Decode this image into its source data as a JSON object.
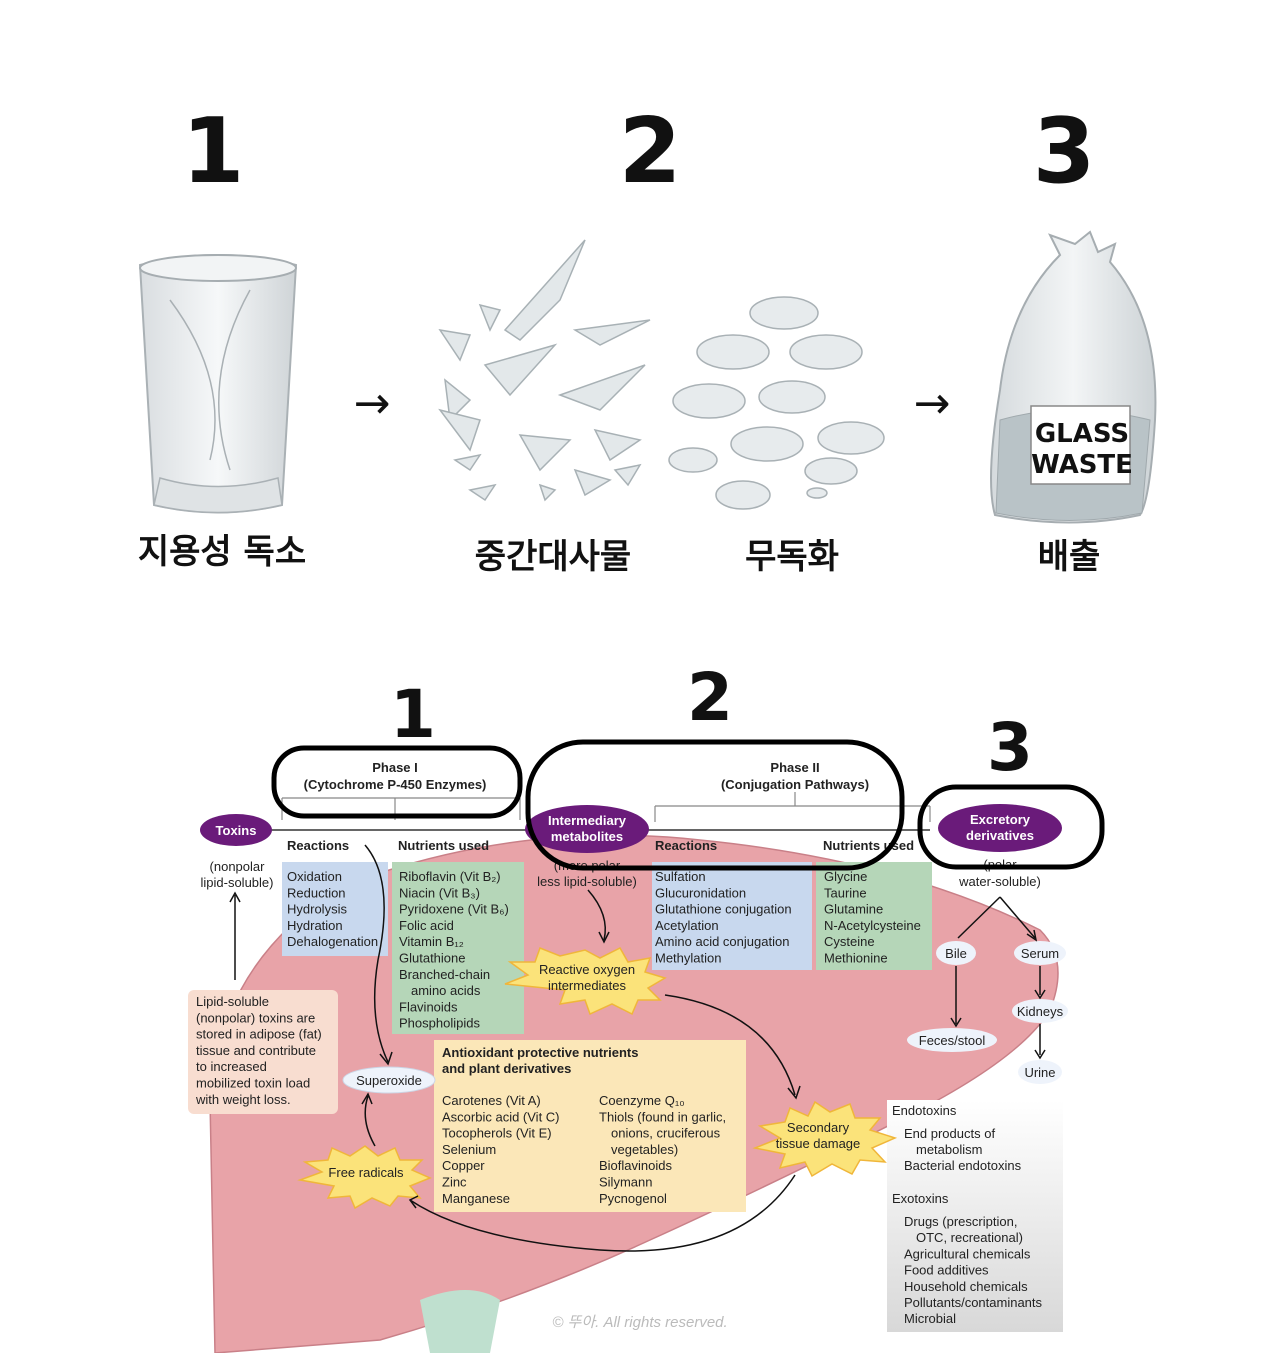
{
  "top": {
    "steps": [
      {
        "number": "1",
        "label": "지용성 독소"
      },
      {
        "number": "2",
        "label": "중간대사물"
      },
      {
        "number": "3",
        "label": "배출"
      }
    ],
    "detox_label": "무독화",
    "bag_label_line1": "GLASS",
    "bag_label_line2": "WASTE",
    "watermark_small": "뚜아"
  },
  "diagram": {
    "numbers": [
      "1",
      "2",
      "3"
    ],
    "phase1_title_line1": "Phase I",
    "phase1_title_line2": "(Cytochrome P-450 Enzymes)",
    "phase2_title_line1": "Phase II",
    "phase2_title_line2": "(Conjugation Pathways)",
    "toxins": "Toxins",
    "toxins_note": [
      "(nonpolar",
      "lipid-soluble)"
    ],
    "intermediary": [
      "Intermediary",
      "metabolites"
    ],
    "intermediary_note": [
      "(more polar",
      "less lipid-soluble)"
    ],
    "excretory": [
      "Excretory",
      "derivatives"
    ],
    "excretory_note": [
      "(polar",
      "water-soluble)"
    ],
    "phase1_reactions_header": "Reactions",
    "phase1_reactions": [
      "Oxidation",
      "Reduction",
      "Hydrolysis",
      "Hydration",
      "Dehalogenation"
    ],
    "phase1_nutrients_header": "Nutrients used",
    "phase1_nutrients": [
      "Riboflavin (Vit B₂)",
      "Niacin (Vit B₃)",
      "Pyridoxene (Vit B₆)",
      "Folic acid",
      "Vitamin B₁₂",
      "Glutathione",
      "Branched-chain",
      "amino acids",
      "Flavinoids",
      "Phospholipids"
    ],
    "phase2_reactions_header": "Reactions",
    "phase2_reactions": [
      "Sulfation",
      "Glucuronidation",
      "Glutathione conjugation",
      "Acetylation",
      "Amino acid conjugation",
      "Methylation"
    ],
    "phase2_nutrients_header": "Nutrients used",
    "phase2_nutrients": [
      "Glycine",
      "Taurine",
      "Glutamine",
      "N-Acetylcysteine",
      "Cysteine",
      "Methionine"
    ],
    "reactive_oxygen": [
      "Reactive oxygen",
      "intermediates"
    ],
    "secondary_damage": [
      "Secondary",
      "tissue damage"
    ],
    "free_radicals": "Free radicals",
    "superoxide": "Superoxide",
    "lipid_note": [
      "Lipid-soluble",
      "(nonpolar) toxins are",
      "stored in adipose (fat)",
      "tissue and contribute",
      "to increased",
      "mobilized toxin load",
      "with weight loss."
    ],
    "antioxidant_header": [
      "Antioxidant protective nutrients",
      "and plant derivatives"
    ],
    "antioxidant_col1": [
      "Carotenes (Vit A)",
      "Ascorbic acid (Vit C)",
      "Tocopherols (Vit E)",
      "Selenium",
      "Copper",
      "Zinc",
      "Manganese"
    ],
    "antioxidant_col2": [
      "Coenzyme Q₁₀",
      "Thiols (found in garlic,",
      "onions, cruciferous",
      "vegetables)",
      "Bioflavinoids",
      "Silymann",
      "Pycnogenol"
    ],
    "bile": "Bile",
    "serum": "Serum",
    "kidneys": "Kidneys",
    "feces": "Feces/stool",
    "urine": "Urine",
    "endotoxins_header": "Endotoxins",
    "endotoxins": [
      "End products of",
      "metabolism",
      "Bacterial endotoxins"
    ],
    "exotoxins_header": "Exotoxins",
    "exotoxins": [
      "Drugs (prescription,",
      "OTC, recreational)",
      "Agricultural chemicals",
      "Food additives",
      "Household chemicals",
      "Pollutants/contaminants",
      "Microbial"
    ],
    "copyright": "© 뚜아. All rights reserved."
  },
  "colors": {
    "liver": "#e8a3a8",
    "purple": "#6a1b7a",
    "blue_box": "#c8d8ee",
    "green_box": "#b5d6b8",
    "yellow_box": "#fbe7b8",
    "peach_box": "#f8ddd0"
  }
}
